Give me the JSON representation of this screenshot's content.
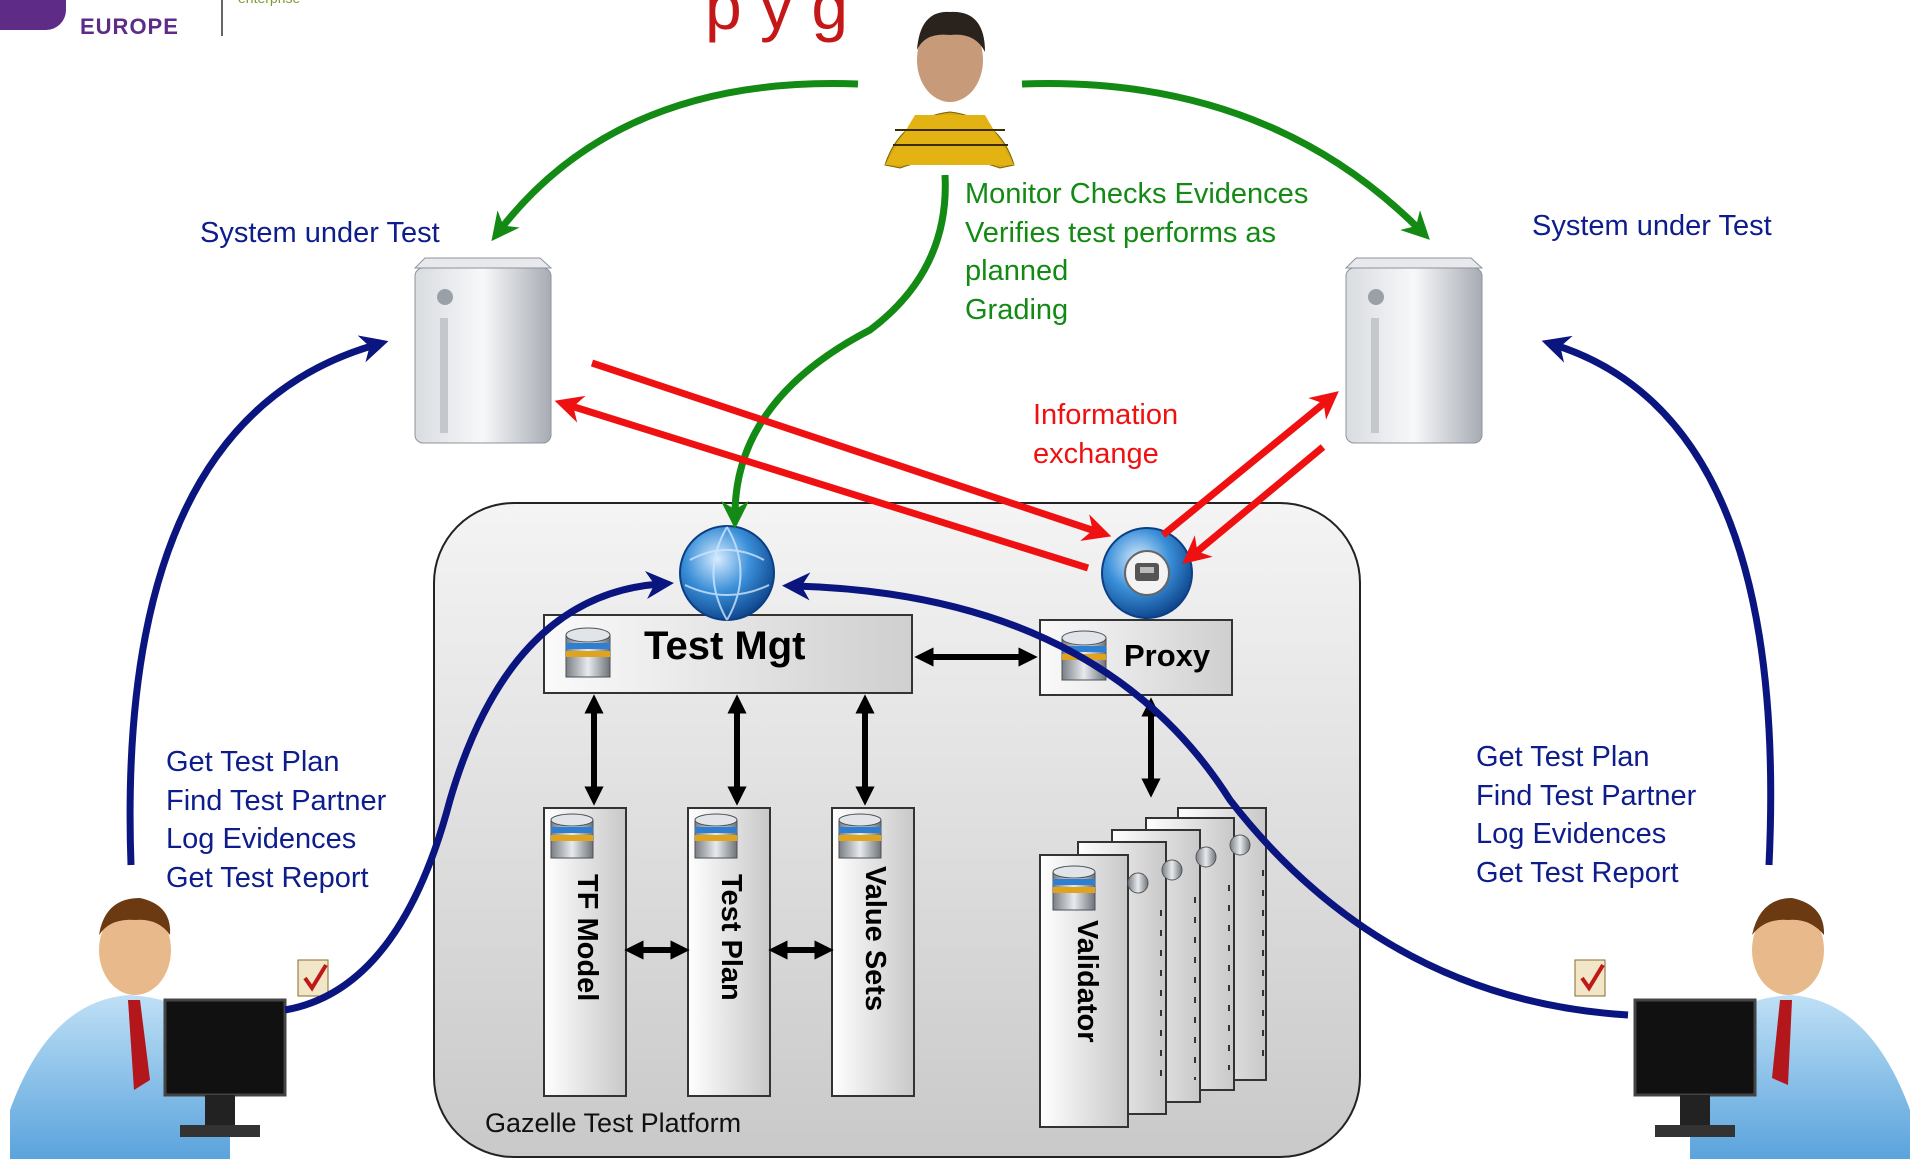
{
  "header": {
    "title_fragment": "p        y                                      g",
    "logo": {
      "wordmark": "EUROPE"
    }
  },
  "sut_left": {
    "label": "System under Test"
  },
  "sut_right": {
    "label": "System under Test"
  },
  "monitor_text": {
    "lines": [
      "Monitor Checks Evidences",
      "Verifies test performs as",
      "planned",
      "Grading"
    ]
  },
  "info_exchange": {
    "lines": [
      "Information",
      "exchange"
    ]
  },
  "left_user_tasks": {
    "lines": [
      "Get Test Plan",
      "Find Test Partner",
      "Log Evidences",
      "Get Test Report"
    ]
  },
  "right_user_tasks": {
    "lines": [
      "Get Test Plan",
      "Find Test Partner",
      "Log Evidences",
      "Get Test Report"
    ]
  },
  "platform": {
    "label": "Gazelle Test Platform",
    "test_mgt": "Test Mgt",
    "proxy": "Proxy",
    "tf_model": "TF Model",
    "test_plan": "Test Plan",
    "value_sets": "Value Sets",
    "validator": "Validator"
  },
  "colors": {
    "monitor_arrows": "#138a13",
    "info_arrows": "#ef1111",
    "user_arrows": "#0a1580",
    "labels_blue": "#0e1d8c",
    "title": "#c41818"
  }
}
